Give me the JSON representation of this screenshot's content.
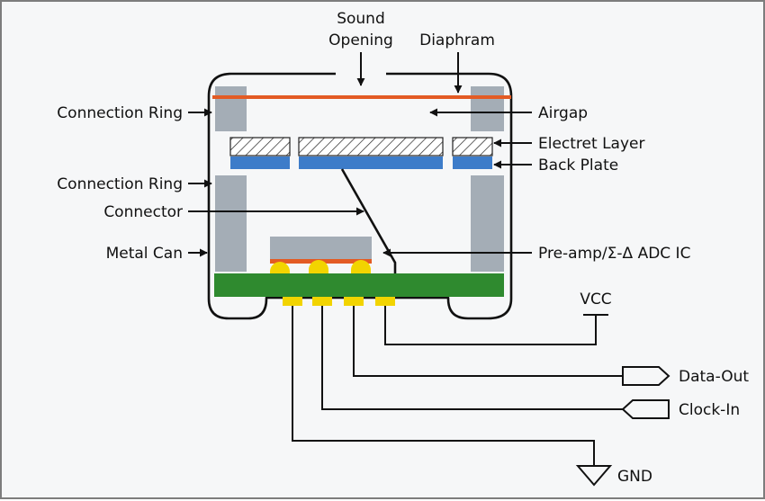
{
  "labels": {
    "sound_opening_1": "Sound",
    "sound_opening_2": "Opening",
    "diaphram": "Diaphram",
    "connection_ring_top": "Connection Ring",
    "connection_ring_bottom": "Connection Ring",
    "connector": "Connector",
    "metal_can": "Metal Can",
    "airgap": "Airgap",
    "electret_layer": "Electret Layer",
    "back_plate": "Back Plate",
    "preamp_ic": "Pre-amp/Σ-Δ ADC IC",
    "vcc": "VCC",
    "data_out": "Data-Out",
    "clock_in": "Clock-In",
    "gnd": "GND"
  },
  "colors": {
    "diaphragm": "#e35b24",
    "back_plate": "#3d7cc9",
    "pcb": "#2f8a2f",
    "solder": "#f2d400",
    "ring": "#a4adb6",
    "chip": "#a4adb6",
    "ink": "#111111"
  }
}
